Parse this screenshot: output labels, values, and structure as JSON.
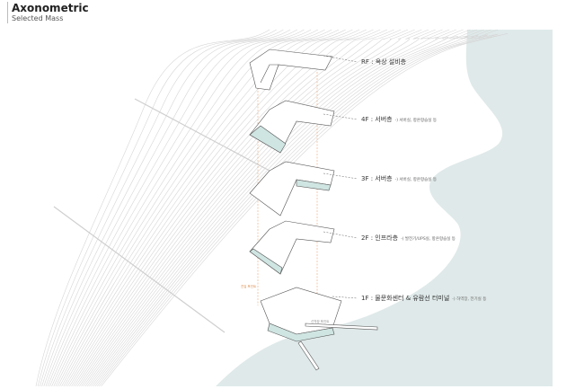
{
  "header": {
    "title": "Axonometric",
    "subtitle": "Selected Mass"
  },
  "floors": [
    {
      "label": "RF : 옥상 설비층",
      "note": ""
    },
    {
      "label": "4F : 서버층",
      "note": "-) 서버실, 항온항습실 등"
    },
    {
      "label": "3F : 서버층",
      "note": "-) 서버실, 항온항습실 등"
    },
    {
      "label": "2F : 인프라층",
      "note": "-) 발전기/UPS실, 항온항습실 등"
    },
    {
      "label": "1F : 물문화센터 & 유람선 터미널",
      "note": "-) 하역장, 전기실 등"
    }
  ],
  "annotations": {
    "left": "진입 포인트",
    "pier": "선착장 포인트"
  },
  "colors": {
    "sea": "#dfe9e9",
    "contour": "#d4d4d4",
    "accent": "#e8945a",
    "glass": "#cfe5e2"
  }
}
